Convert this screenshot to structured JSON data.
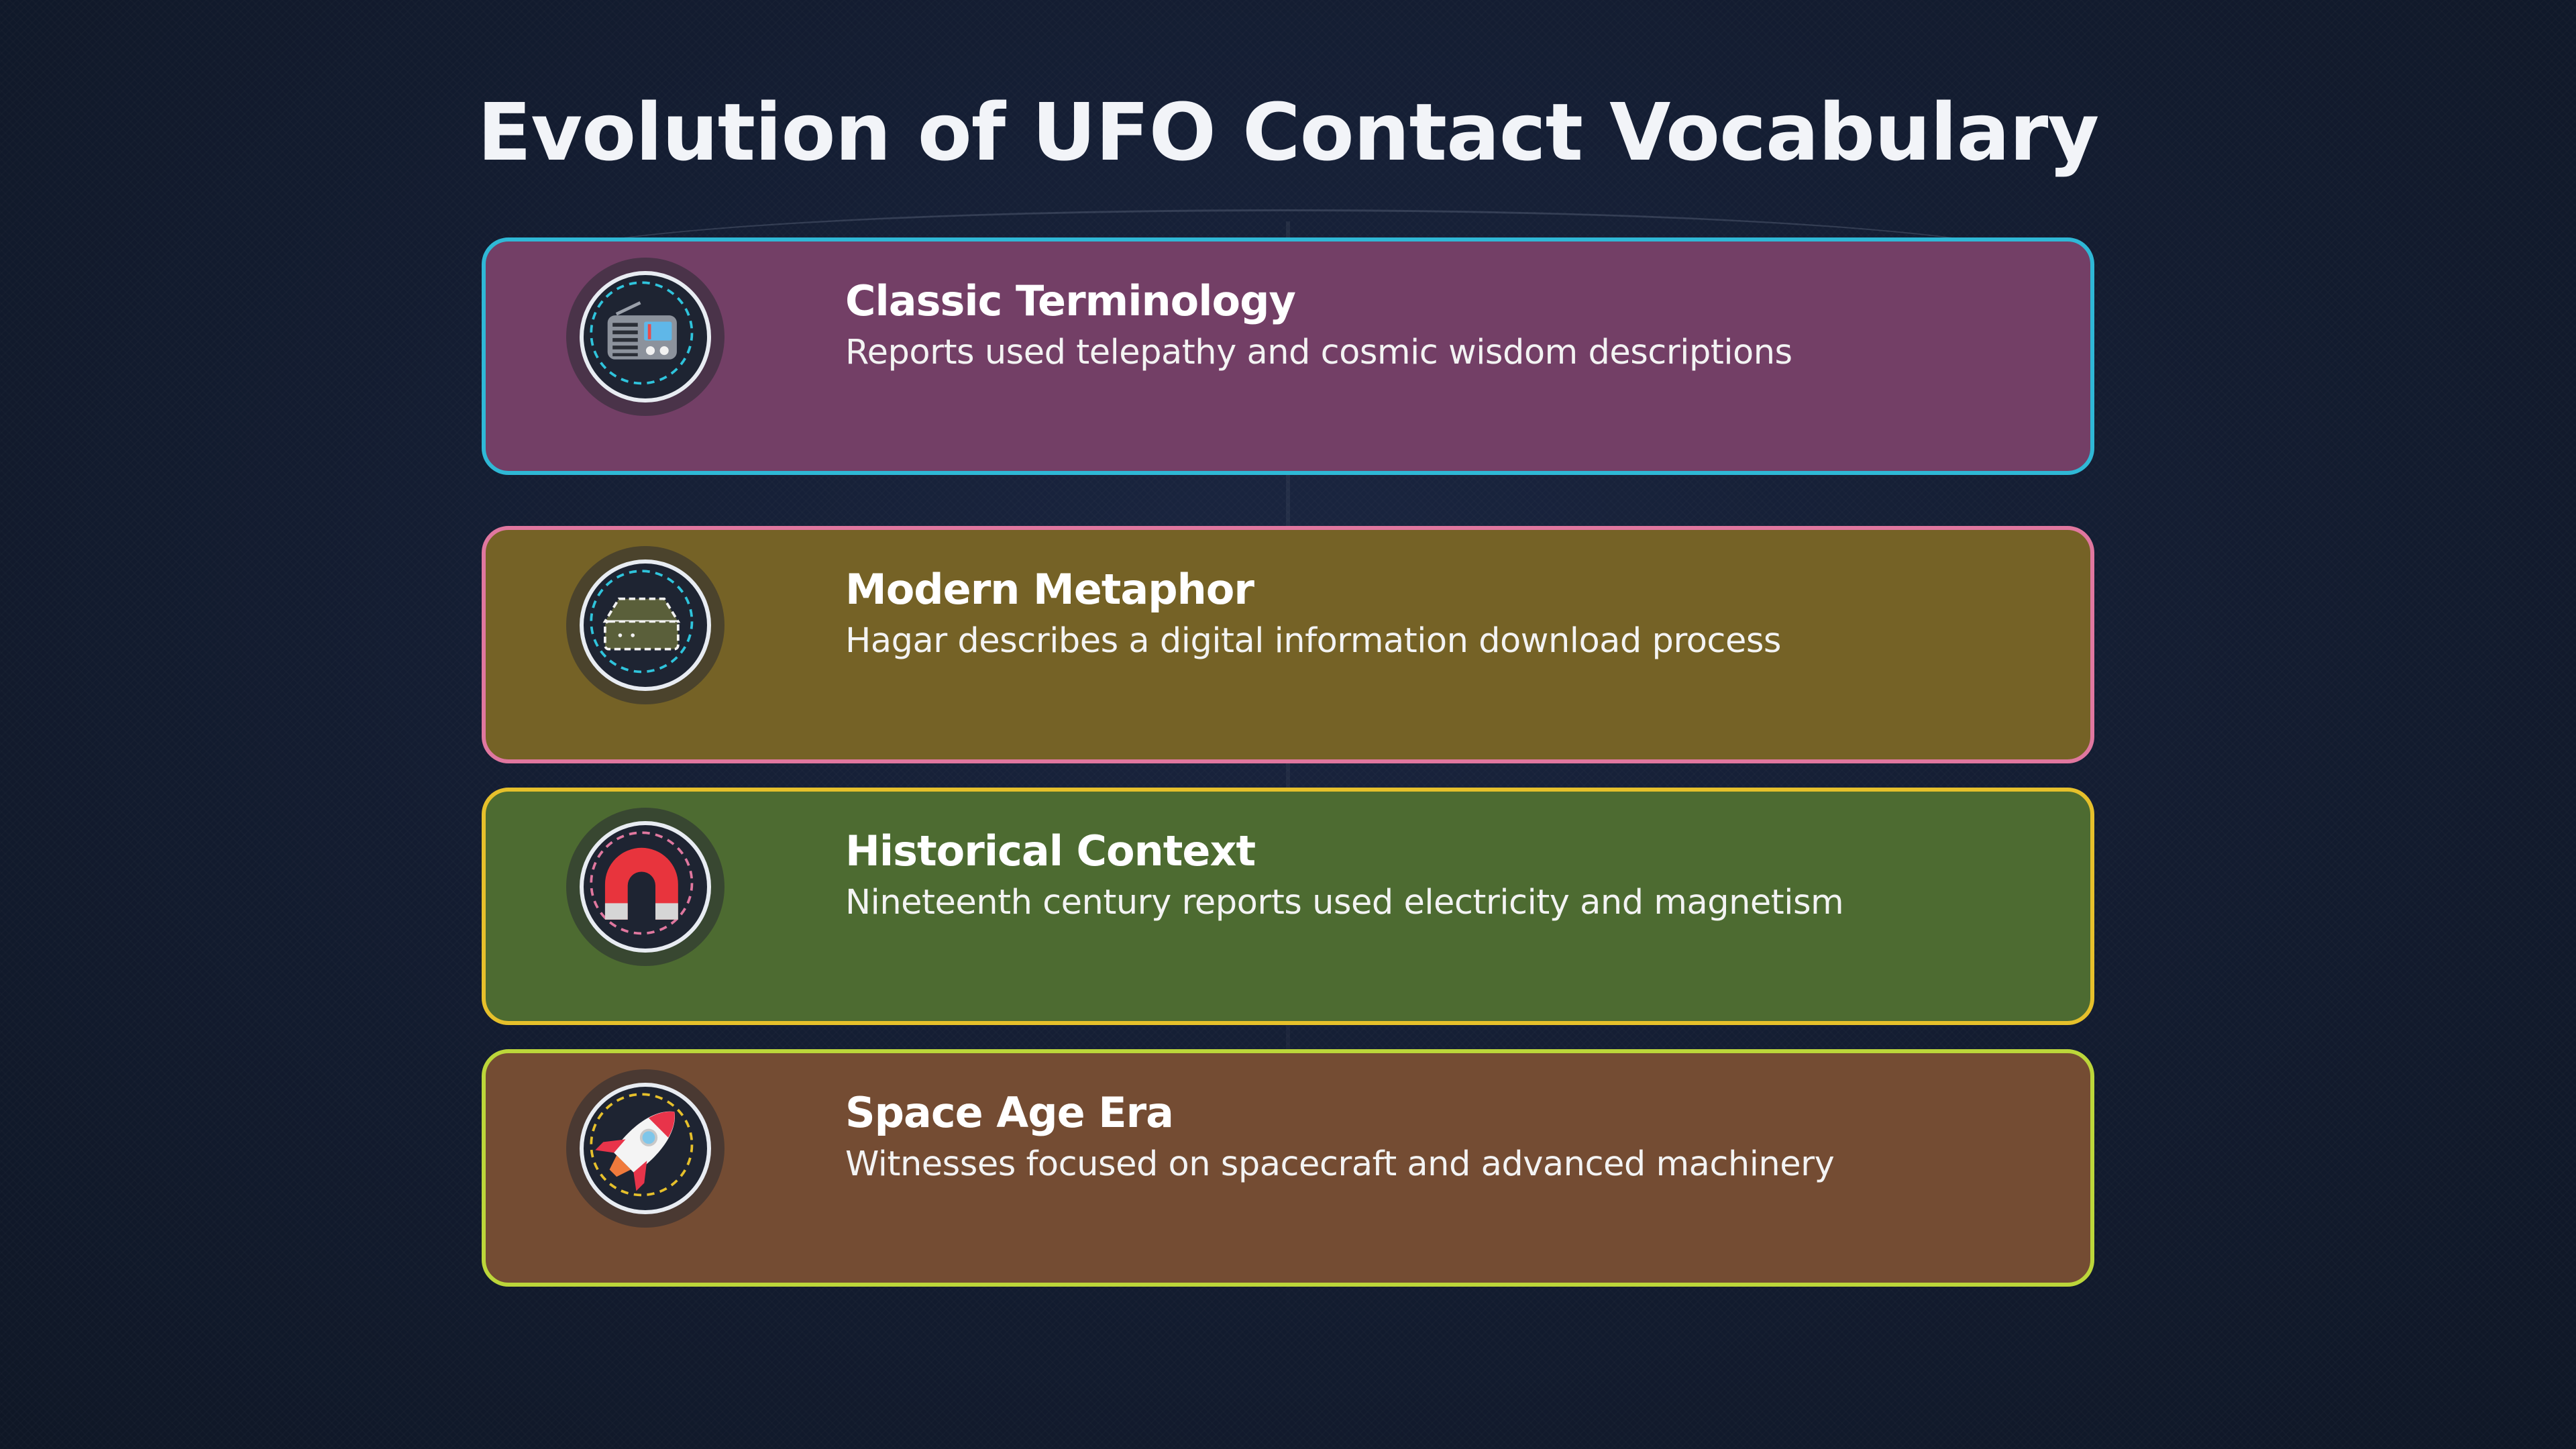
{
  "title": "Evolution of UFO Contact Vocabulary",
  "cards": [
    {
      "title": "Classic Terminology",
      "description": "Reports used telepathy and cosmic wisdom descriptions",
      "icon": "radio-icon",
      "fill": "#733f66",
      "border": "#2fb8d6"
    },
    {
      "title": "Modern Metaphor",
      "description": "Hagar describes a digital information download process",
      "icon": "hard-drive-icon",
      "fill": "#756226",
      "border": "#e0779f"
    },
    {
      "title": "Historical Context",
      "description": "Nineteenth century reports used electricity and magnetism",
      "icon": "magnet-icon",
      "fill": "#4d6b31",
      "border": "#e6c02b"
    },
    {
      "title": "Space Age Era",
      "description": "Witnesses focused on spacecraft and advanced machinery",
      "icon": "rocket-icon",
      "fill": "#744c33",
      "border": "#bcd63a"
    }
  ]
}
